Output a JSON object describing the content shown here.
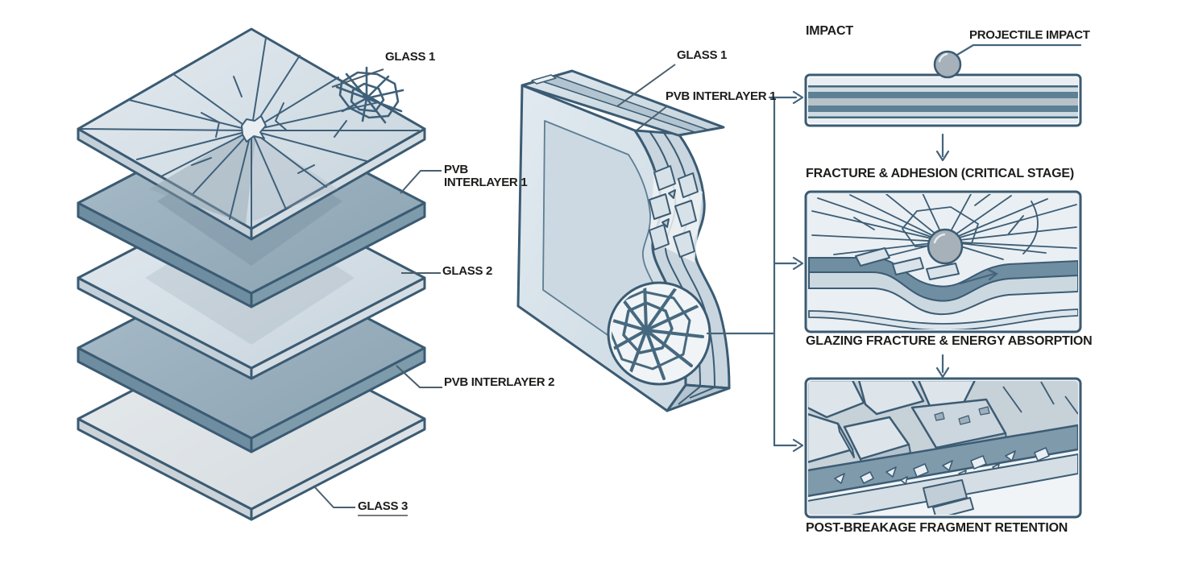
{
  "title_context": "Laminated safety glass diagram",
  "left_stack": {
    "labels": {
      "glass1": "GLASS 1",
      "pvb1_line1": "PVB",
      "pvb1_line2": "INTERLAYER 1",
      "glass2": "GLASS 2",
      "pvb2": "PVB INTERLAYER 2",
      "glass3": "GLASS 3"
    }
  },
  "cross_section": {
    "labels": {
      "glass1": "GLASS 1",
      "pvb1": "PVB INTERLAYER 1"
    }
  },
  "stages": {
    "stage1": {
      "title": "IMPACT",
      "callout": "PROJECTILE IMPACT"
    },
    "stage2": {
      "title": "FRACTURE & ADHESION (CRITICAL STAGE)",
      "caption": "GLAZING FRACTURE & ENERGY ABSORPTION"
    },
    "stage3": {
      "caption": "POST-BREAKAGE FRAGMENT RETENTION"
    }
  },
  "colors": {
    "outline": "#3b5b73",
    "glass_light": "#dbe4ea",
    "glass_side": "#c9d5dd",
    "pvb": "#98aebc",
    "pvb_side": "#6f8da0",
    "panel_dark_stripe": "#5e8095",
    "panel_core_stripe": "#b7c2c9",
    "ball_gray": "#a6b1b9",
    "text": "#1d1d1b",
    "background": "#ffffff"
  }
}
